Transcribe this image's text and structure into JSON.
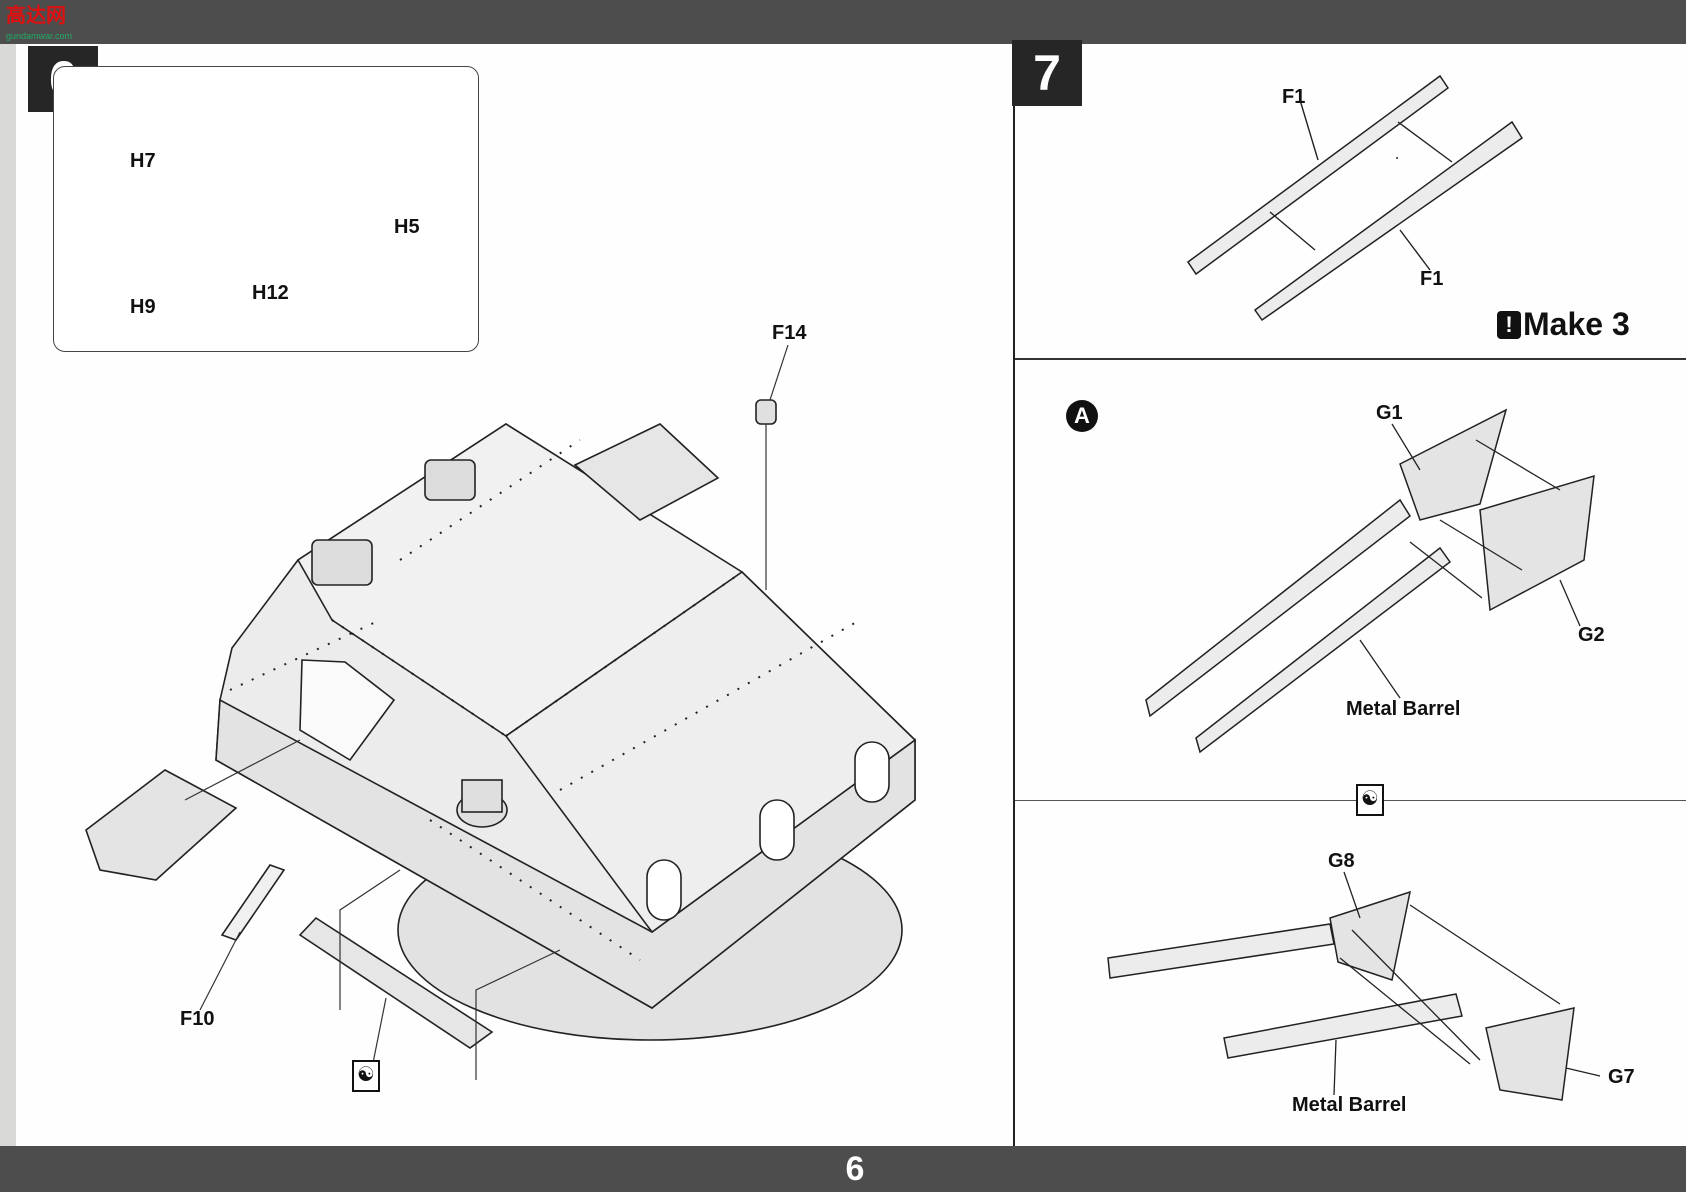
{
  "watermark": {
    "text": "高达网",
    "subtext": "gundamwar.com"
  },
  "page": {
    "number": "6"
  },
  "steps": {
    "step6": {
      "badge": "6",
      "labels": {
        "h7": "H7",
        "h5": "H5",
        "h9": "H9",
        "h12": "H12",
        "f14": "F14",
        "f10": "F10"
      }
    },
    "step7": {
      "badge": "7",
      "labels": {
        "f1_top": "F1",
        "f1_bottom": "F1"
      },
      "make_note": "Make 3",
      "subA": {
        "marker": "A",
        "labels": {
          "g1": "G1",
          "g2": "G2",
          "metal_barrel": "Metal Barrel"
        }
      },
      "subB": {
        "labels": {
          "g8": "G8",
          "g7": "G7",
          "metal_barrel": "Metal Barrel"
        }
      }
    }
  },
  "icons": {
    "warning": "!",
    "glue": "☯"
  },
  "colors": {
    "bar": "#4d4d4d",
    "part_fill": "#ececec",
    "line": "#222222"
  }
}
